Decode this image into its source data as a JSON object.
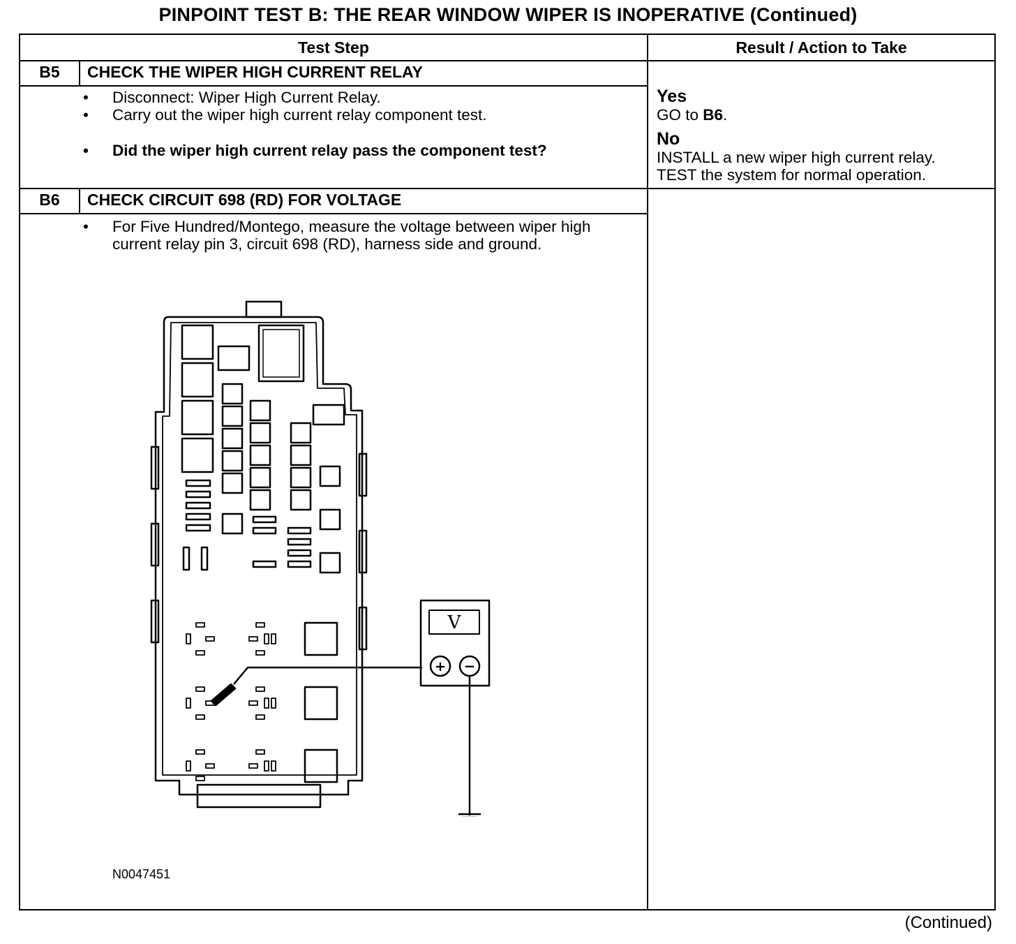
{
  "title": "PINPOINT TEST B: THE REAR WINDOW WIPER IS INOPERATIVE (Continued)",
  "headers": {
    "test_step": "Test Step",
    "result": "Result / Action to Take"
  },
  "steps": [
    {
      "id": "B5",
      "title": "CHECK THE WIPER HIGH CURRENT RELAY",
      "bullets": [
        "Disconnect: Wiper High Current Relay.",
        "Carry out the wiper high current relay component test."
      ],
      "question": "Did the wiper high current relay pass the component test?",
      "results": {
        "yes_label": "Yes",
        "yes_text": "GO to ",
        "yes_ref": "B6",
        "yes_suffix": ".",
        "no_label": "No",
        "no_line1": "INSTALL a new wiper high current relay.",
        "no_line2": "TEST the system for normal operation."
      }
    },
    {
      "id": "B6",
      "title": "CHECK CIRCUIT 698 (RD) FOR VOLTAGE",
      "bullets": [
        "For Five Hundred/Montego, measure the voltage between wiper high current relay pin 3, circuit 698 (RD), harness side and ground."
      ]
    }
  ],
  "figure": {
    "id": "N0047451",
    "meter_label": "V",
    "plus": "+",
    "minus": "−"
  },
  "bullet_char": "•",
  "continued": "(Continued)"
}
